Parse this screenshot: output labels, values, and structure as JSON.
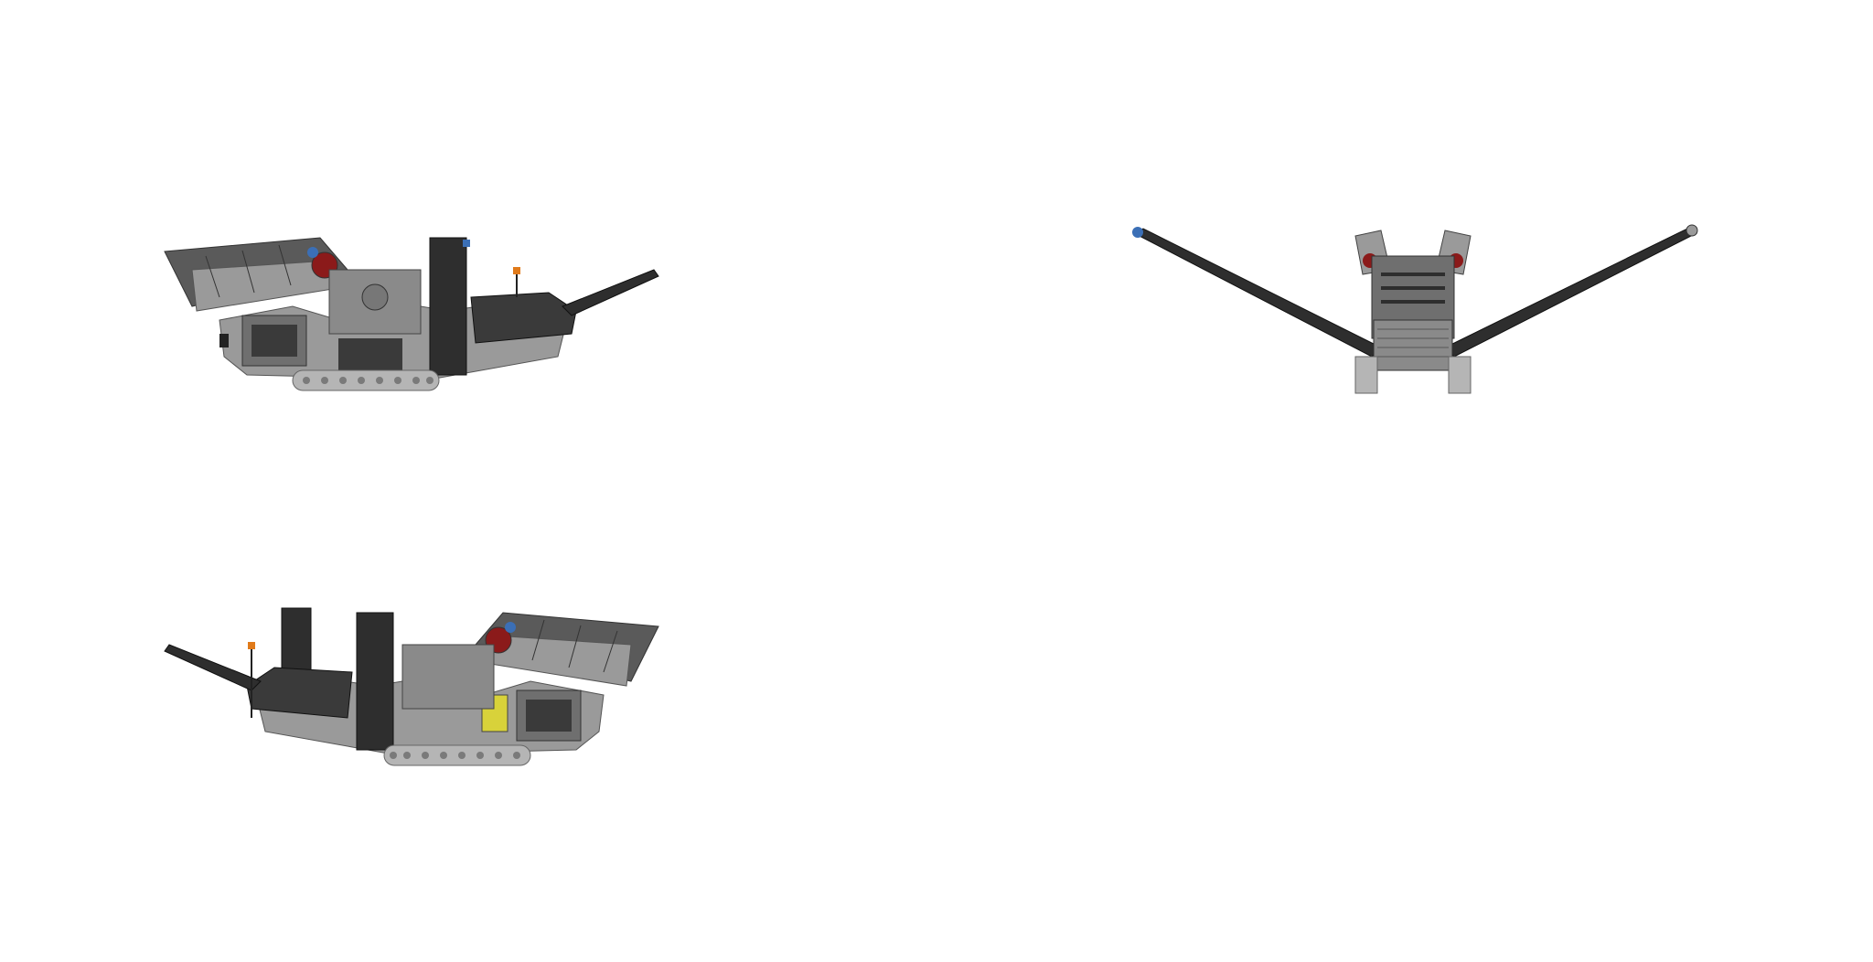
{
  "views": [
    {
      "id": "left-side-view",
      "label": ""
    },
    {
      "id": "right-side-view",
      "label": ""
    },
    {
      "id": "front-view",
      "label": ""
    }
  ],
  "colors": {
    "background": "#ffffff",
    "body": "#9a9a9a",
    "body_dark": "#6f6f6f",
    "belt": "#2e2e2e",
    "track": "#b5b5b5",
    "red_motor": "#8b1a1a",
    "blue_motor": "#3b6fb6",
    "yellow_panel": "#d8d23a",
    "beacon": "#e07a1a"
  }
}
